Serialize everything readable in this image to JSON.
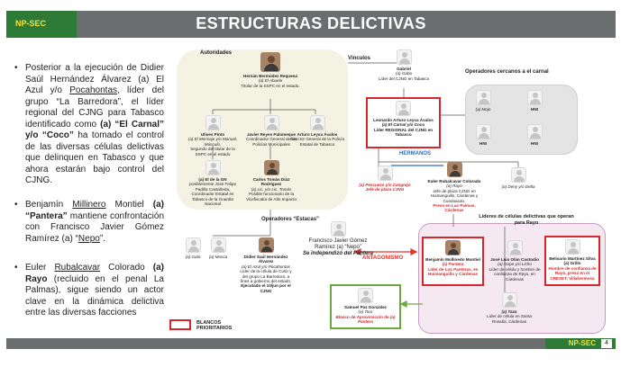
{
  "header": {
    "tag": "NP-SEC",
    "title": "ESTRUCTURAS DELICTIVAS"
  },
  "footer": {
    "tag": "NP-SEC",
    "page": "4"
  },
  "bullets": [
    [
      {
        "t": "Posterior a la ejecución de Didier Saúl Hernández Álvarez (a) El Azul y/o "
      },
      {
        "t": "Pocahontas",
        "u": true
      },
      {
        "t": ", líder del grupo “La Barredora”, el líder regional del CJNG para Tabasco identificado como "
      },
      {
        "t": "(a) “El Carnal” y/o “Coco”",
        "b": true
      },
      {
        "t": " ha tomado el control de las diversas células delictivas que delinquen en Tabasco y que ahora estarán bajo control del CJNG."
      }
    ],
    [
      {
        "t": "Benjamín "
      },
      {
        "t": "Millinero",
        "u": true
      },
      {
        "t": " Montiel "
      },
      {
        "t": "(a) “Pantera”",
        "b": true
      },
      {
        "t": " mantiene confrontación con Francisco Javier Gómez Ramírez (a) “"
      },
      {
        "t": "Nepo",
        "u": true
      },
      {
        "t": "”."
      }
    ],
    [
      {
        "t": "Euler "
      },
      {
        "t": "Rubalcavar",
        "u": true
      },
      {
        "t": " Colorado "
      },
      {
        "t": "(a) Rayo",
        "b": true
      },
      {
        "t": " (recluido en el penal La Palmas), sigue siendo un actor clave en la dinámica delictiva entre las diversas facciones"
      }
    ]
  ],
  "labels": {
    "autoridades": "Autoridades",
    "vinculos": "Vínculos",
    "operadores_carnal": "Operadores cercanos a el carnal",
    "hermanos": "HERMANOS",
    "operadores_estacas": "Operadores “Estacas”",
    "antagonismo": "ANTAGONISMO",
    "lideres_celulas": "Líderes de células delictivas que operan para Rayo"
  },
  "nodes": {
    "hernan": {
      "name": "Hernán Bermúdez Requena",
      "alias": "(a) El Abuelo",
      "desc": "Titular de la SSPC en el estado."
    },
    "ulises": {
      "name": "Ulises Pinto",
      "alias": "(a) El Mensaje y/o Manuel, Músculo,",
      "desc": "Segundo del titular de la SSPC en el estado"
    },
    "javier_reyes": {
      "name": "Javier Reyes Palomeque",
      "desc": "Coordinador General de las Policías Municipales"
    },
    "arturo_leyva": {
      "name": "Arturo Leyva Ávalos",
      "desc": "Director General de la Policía Estatal de Tabasco"
    },
    "felipe": {
      "name": "(a) El de la GN",
      "desc": "posiblemente José Felipe Padilla Castañeda, Coordinador Estatal en Tabasco de la Guardia Nacional"
    },
    "carlos": {
      "name": "Carlos Tomás Díaz Rodríguez",
      "alias": "(a) Lic. y/o Lic. Tomás",
      "desc": "Posible funcionario de la Vicefiscalía de Alto Impacto"
    },
    "gabriel": {
      "name": "Gabriel",
      "alias": "(a) Gabo",
      "desc": "Líder del CJNG en Tabasco"
    },
    "leonardo": {
      "name": "Leonardo Arturo Leyva Ávalos",
      "alias": "(a) El Carnal y/o Coco",
      "desc": "Líder REGIONAL del CJNG en Tabasco"
    },
    "mojo": {
      "name": "(a) Mojo"
    },
    "hni1": {
      "name": "HNI"
    },
    "hni2": {
      "name": "HNI"
    },
    "hni3": {
      "name": "HNI"
    },
    "pescuezo": {
      "name": "(a) Pescuezo y/o Cangrejo",
      "desc": "Jefe de plaza CJNG"
    },
    "euler": {
      "name": "Euler Rubalcavar Colorado",
      "alias": "(a) Rayo",
      "desc": "Jefe de plaza CJNG en Huimanguillo, Cárdenas y Cunduacán.",
      "note": "Preso en Las Palmas, Cárdenas"
    },
    "deny": {
      "name": "(a) Deny y/o Delta"
    },
    "gato": {
      "name": "(a) Gato"
    },
    "mosca": {
      "name": "(a) Mosca"
    },
    "didier": {
      "name": "Didier Saúl Hernández Álvarez",
      "alias": "(a) El Azul y/o Pocahontas",
      "desc": "Líder de la célula de Color y del grupo La Barredora, a fines a gobierno del estado.",
      "note": "Ejecutado el 10/jun por el CJNG"
    },
    "nepo": {
      "name": "Francisco Javier Gómez Ramírez (a) “Nepo”",
      "desc": "Se independizó del Pantera"
    },
    "benjamin": {
      "name": "Benjamín Mollinedo Montiel",
      "alias": "(a) Pantera",
      "desc": "Líder de Los Panteras, en Huimanguillo y Cárdenas"
    },
    "jose_luis": {
      "name": "José Luis Olán Custodio",
      "alias": "(a) Gope y/o Licho",
      "desc": "Líder de célula y hombre de confianza de Rayo, en Cárdenas"
    },
    "belisario": {
      "name": "Belisario Martínez Silva (a) Grillo",
      "desc": "Hombre de confianza de Rayo, preso en el CRESET, Villahermosa"
    },
    "samuel": {
      "name": "Samuel Paz González",
      "alias": "(a) Toro",
      "desc": "Blanco de Aprovinación de (a) Pantera"
    },
    "taza": {
      "name": "(a) Taza",
      "desc": "Líder de célula en Santa Rosalía, Cárdenas"
    }
  },
  "legend": {
    "label": "BLANCOS PRIORITARIOS",
    "color": "#d9262a"
  },
  "colors": {
    "header_bg": "#6b6e6e",
    "accent_green": "#2e7a37",
    "tag_yellow": "#f2e43a",
    "priority_red": "#d9262a",
    "antagonism_red": "#e0342b",
    "brothers_blue": "#2b6fb6",
    "link_green": "#6aaa3c"
  }
}
